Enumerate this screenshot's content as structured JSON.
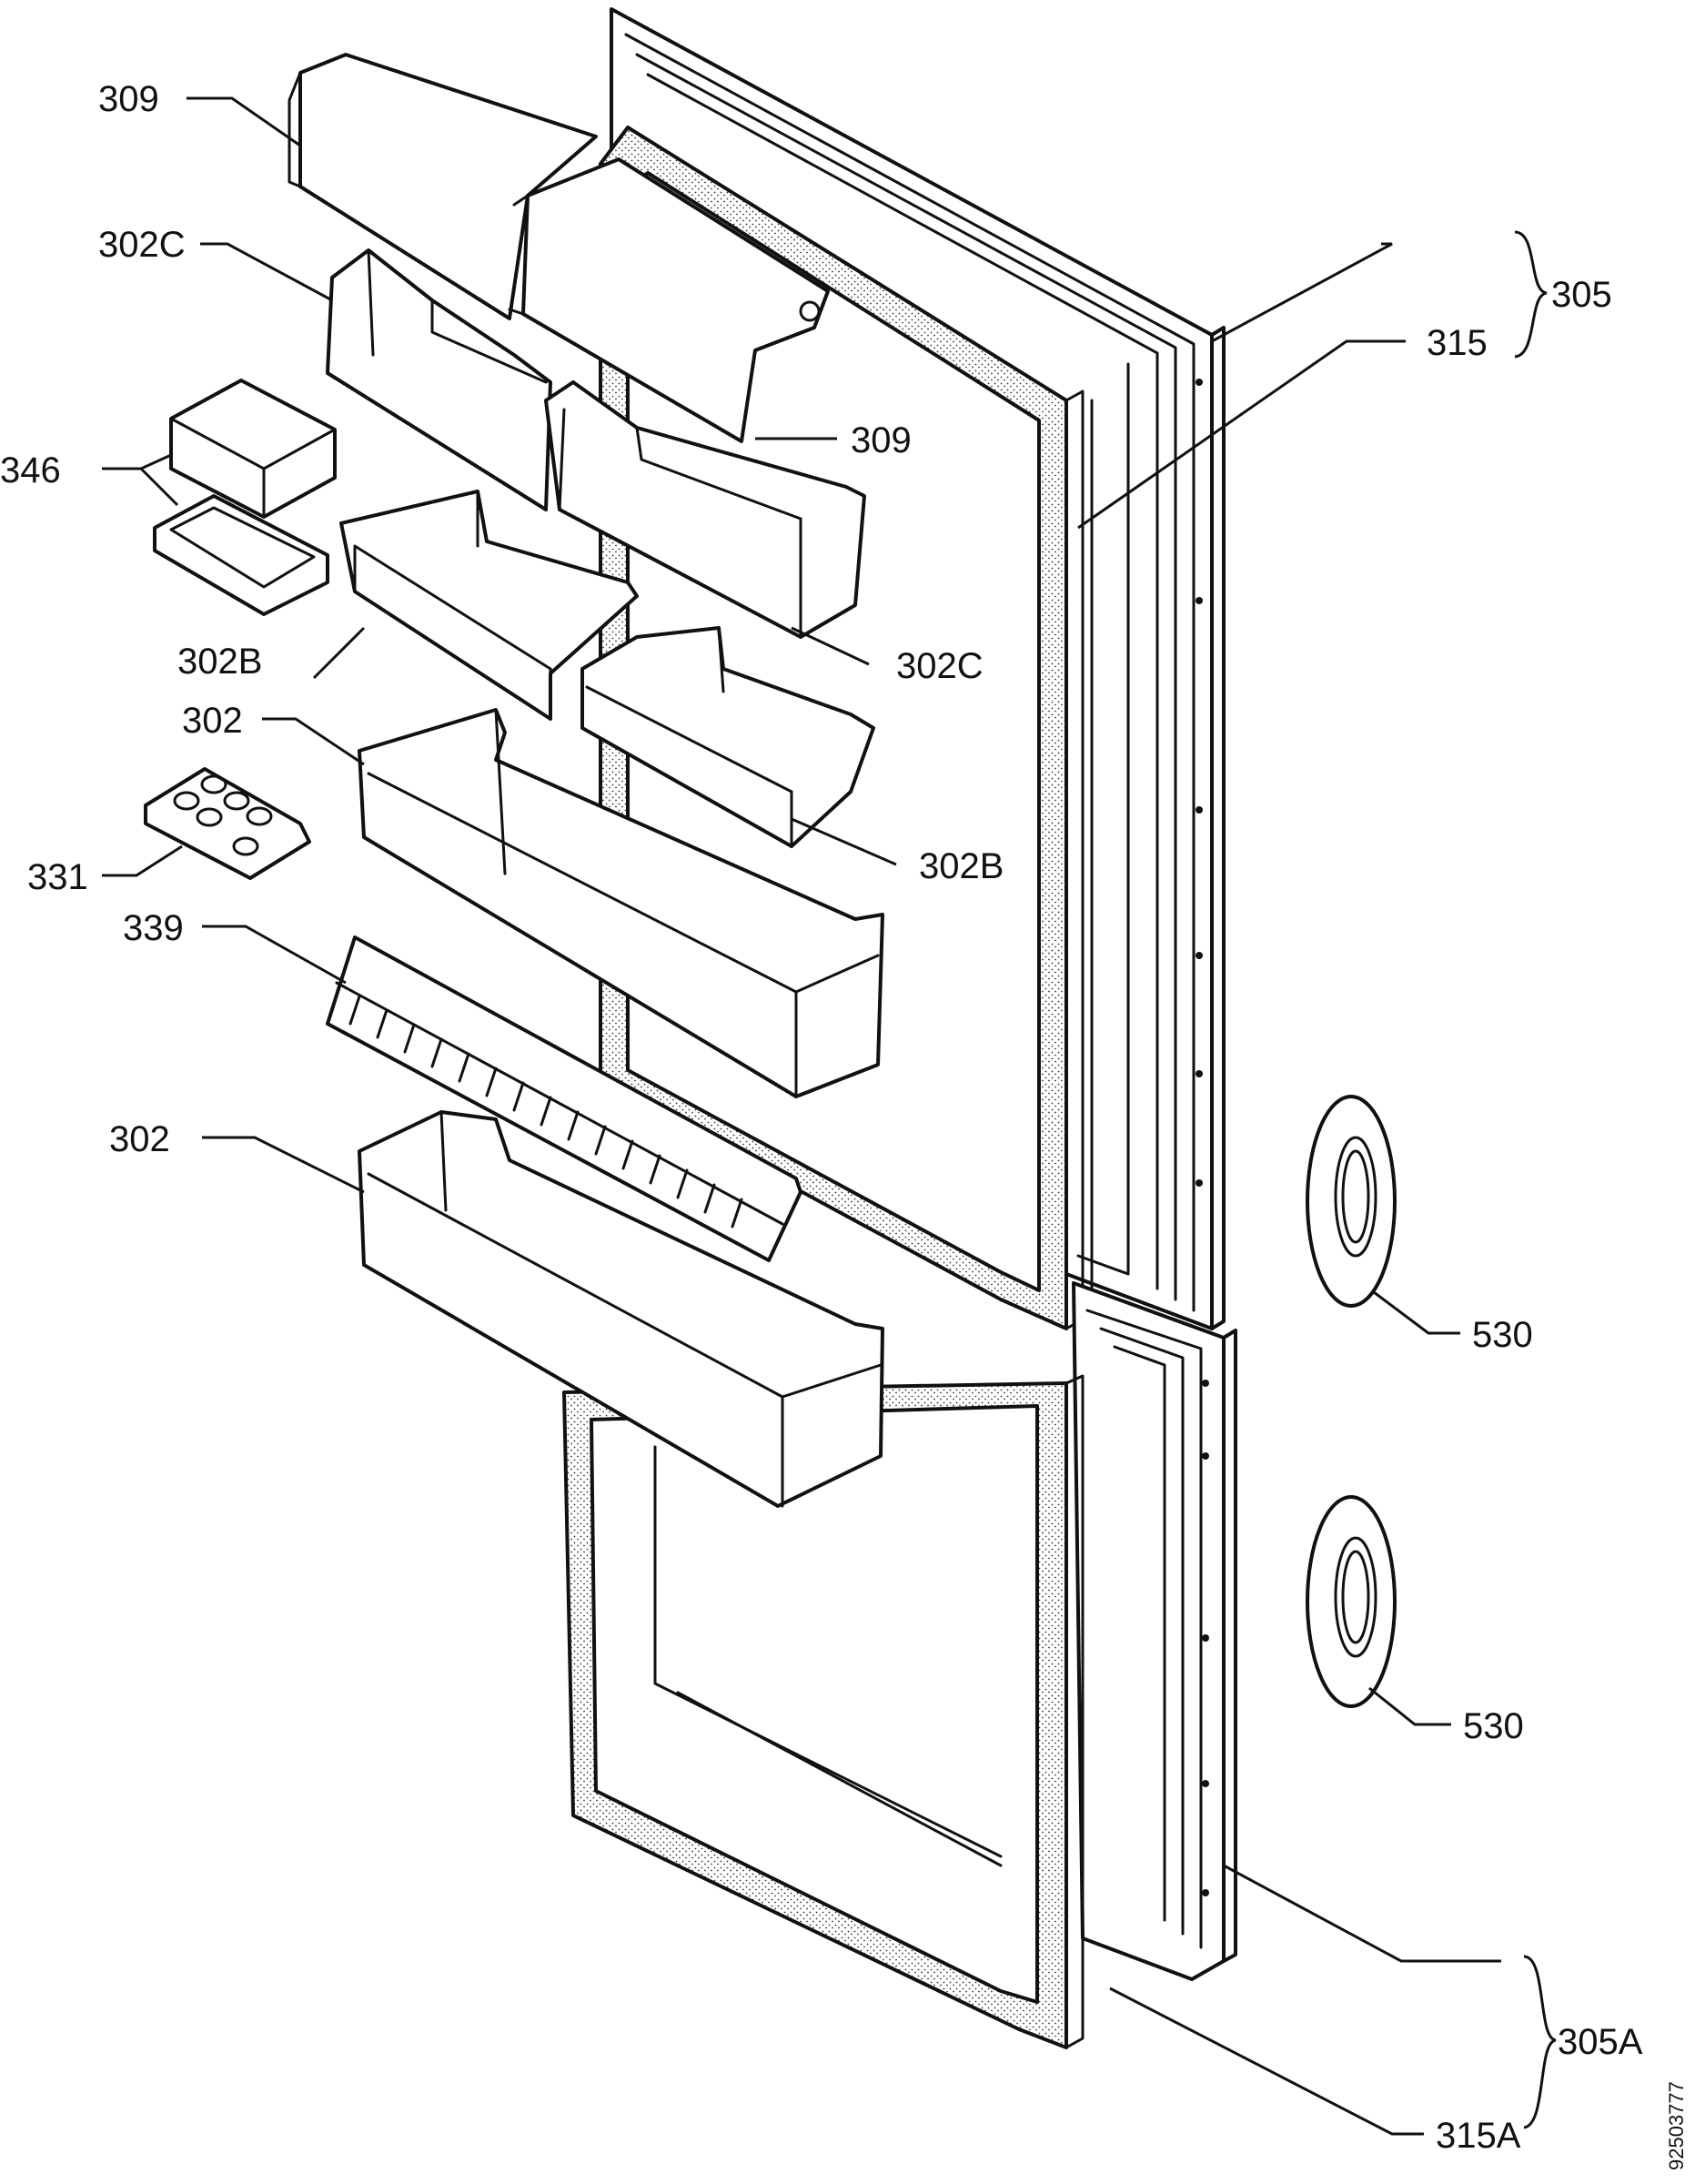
{
  "labels": {
    "p309_top": "309",
    "p302c_left": "302C",
    "p346": "346",
    "p302b_left": "302B",
    "p302_upper": "302",
    "p331": "331",
    "p339": "339",
    "p302_lower": "302",
    "p305": "305",
    "p315": "315",
    "p309_right": "309",
    "p302c_right": "302C",
    "p302b_right": "302B",
    "p530_upper": "530",
    "p530_lower": "530",
    "p305a": "305A",
    "p315a": "315A"
  },
  "drawing_code": "92503777"
}
